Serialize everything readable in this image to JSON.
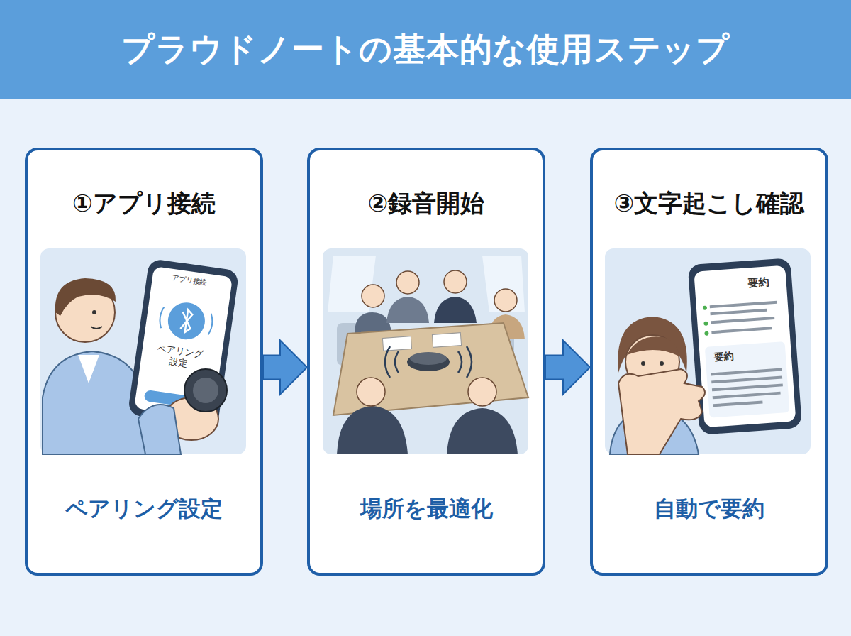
{
  "diagram": {
    "title": "プラウドノートの基本的な使用ステップ",
    "nodes": [
      {
        "text": [
          "①アプリ接続",
          "ペアリング設定"
        ]
      },
      {
        "text": [
          "②録音開始",
          "場所を最適化"
        ]
      },
      {
        "text": [
          "③文字起こし確認",
          "自動で要約"
        ]
      }
    ],
    "edges": [
      {
        "from": 0,
        "to": 1,
        "arrow": "to"
      },
      {
        "from": 1,
        "to": 2,
        "arrow": "to"
      }
    ],
    "labels": [
      "アプリ接続",
      "ペアリング設定",
      "要約",
      "要約"
    ]
  }
}
